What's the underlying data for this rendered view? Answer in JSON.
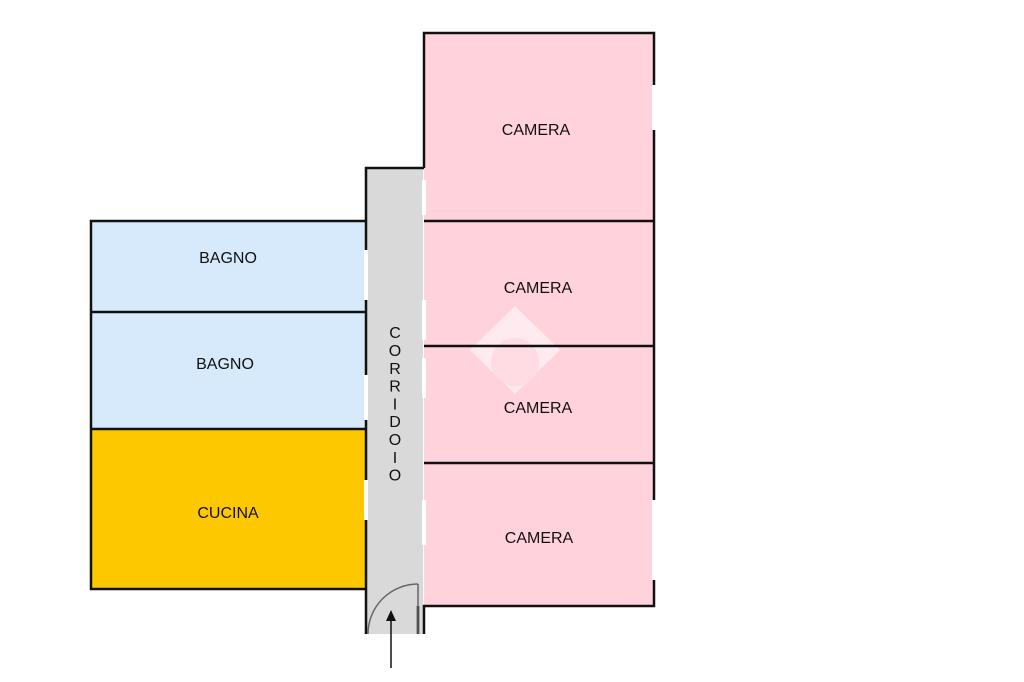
{
  "colors": {
    "camera": "#ffd2dc",
    "bagno": "#d6eafc",
    "cucina": "#fdc800",
    "corridoio": "#d9d9d9",
    "wall": "#111111"
  },
  "rooms": {
    "camera_1": "CAMERA",
    "camera_2": "CAMERA",
    "camera_3": "CAMERA",
    "camera_4": "CAMERA",
    "bagno_1": "BAGNO",
    "bagno_2": "BAGNO",
    "cucina": "CUCINA",
    "corridoio": "CORRIDOIO"
  },
  "entrance": {
    "icon": "entrance-arrow-icon"
  },
  "watermark": {
    "icon": "logo-watermark-icon"
  }
}
